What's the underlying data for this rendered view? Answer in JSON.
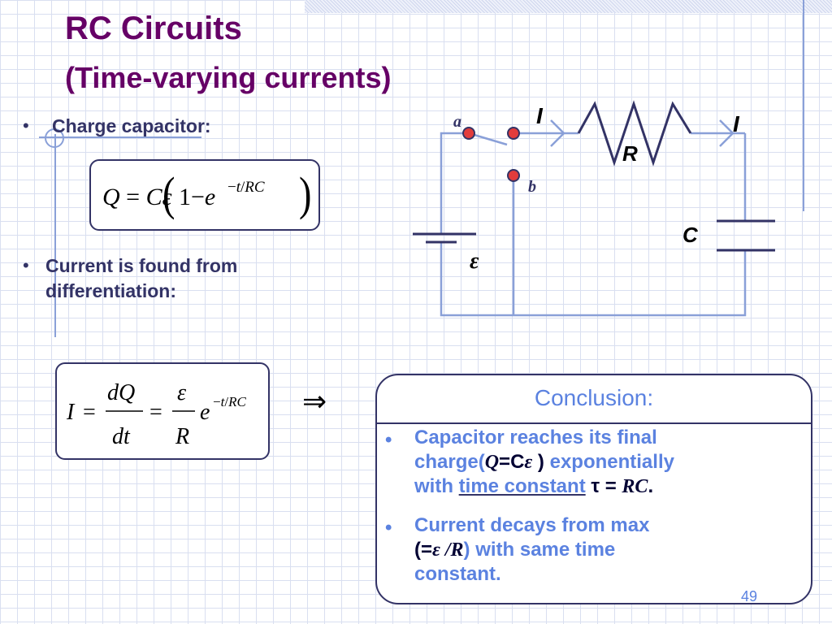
{
  "slide": {
    "title": "RC Circuits",
    "subtitle": "(Time-varying currents)",
    "page_number": "49"
  },
  "bullets": {
    "charge": "Charge capacitor:",
    "current_line1": "Current is found from",
    "current_line2": "differentiation:"
  },
  "equations": {
    "charge": "Q = Cε(1 − e^(−t/RC))",
    "current": "I = dQ/dt = (ε/R) e^(−t/RC)",
    "implies": "⇒"
  },
  "circuit": {
    "label_a": "a",
    "label_b": "b",
    "label_I1": "I",
    "label_I2": "I",
    "label_R": "R",
    "label_C": "C",
    "label_emf": "ε"
  },
  "conclusion": {
    "title": "Conclusion:",
    "bullet1_l1": "Capacitor reaches its final",
    "bullet1_l2a": "charge(",
    "bullet1_Q": "Q",
    "bullet1_eq": "=C",
    "bullet1_eps": "ε",
    "bullet1_l2b": " ) exponentially",
    "bullet1_l3a": "with ",
    "bullet1_tc": "time constant",
    "bullet1_tau": " τ = ",
    "bullet1_RC": "RC",
    "bullet1_dot": ".",
    "bullet2_l1": "Current decays from max",
    "bullet2_l2a": "(=",
    "bullet2_eps": "ε",
    "bullet2_R": " /R",
    "bullet2_l2b": ") with same time",
    "bullet2_l3": "constant."
  },
  "colors": {
    "title": "#660066",
    "text": "#333366",
    "accent": "#5b82e0",
    "wire": "#8aa0d8"
  }
}
